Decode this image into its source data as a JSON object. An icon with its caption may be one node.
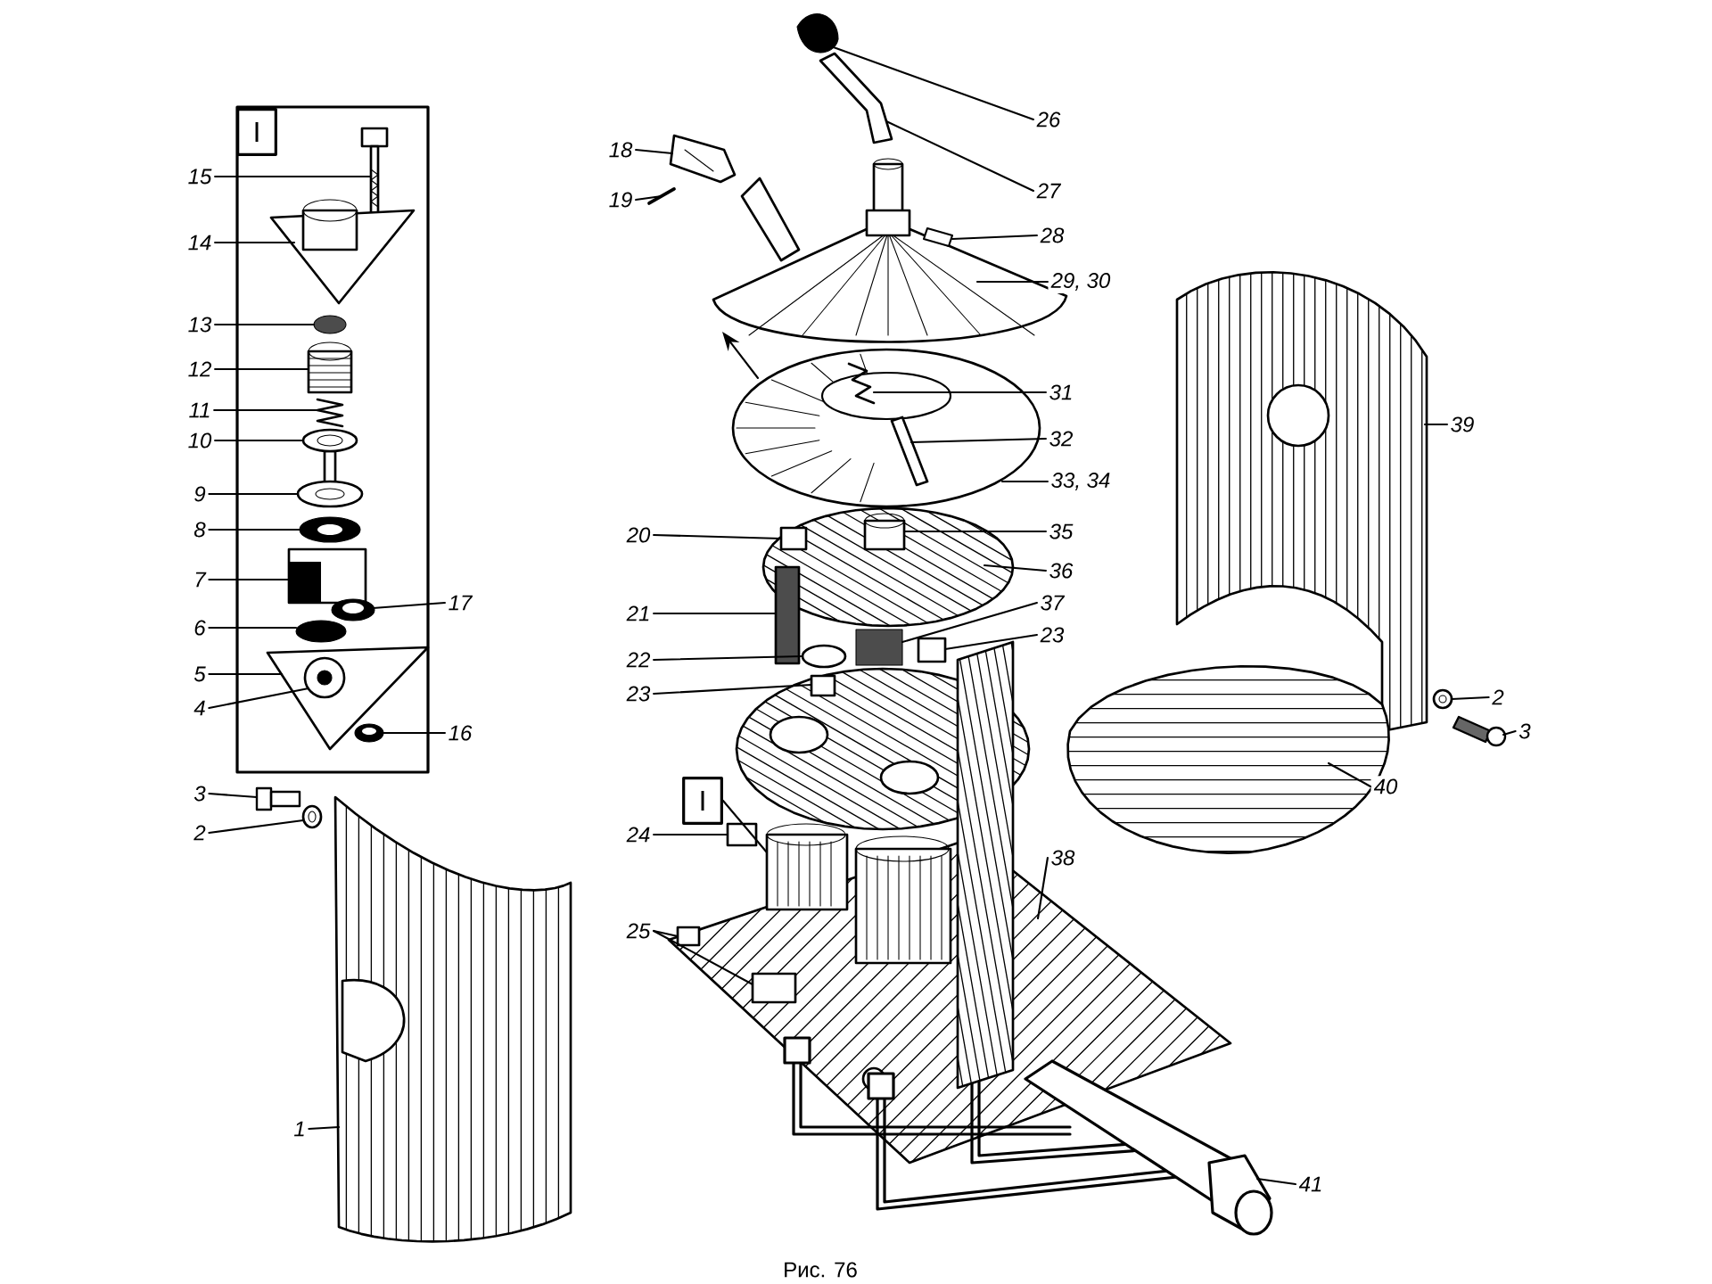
{
  "diagram": {
    "caption": "Рис. 76",
    "nodes": [
      {
        "text": [
          "I"
        ]
      },
      {
        "text": [
          "26"
        ]
      },
      {
        "text": [
          "18"
        ]
      },
      {
        "text": [
          "15"
        ]
      },
      {
        "text": [
          "27"
        ]
      },
      {
        "text": [
          "19"
        ]
      },
      {
        "text": [
          "28"
        ]
      },
      {
        "text": [
          "14"
        ]
      },
      {
        "text": [
          "29, 30"
        ]
      },
      {
        "text": [
          "39"
        ]
      },
      {
        "text": [
          "13"
        ]
      },
      {
        "text": [
          "12"
        ]
      },
      {
        "text": [
          "31"
        ]
      },
      {
        "text": [
          "11"
        ]
      },
      {
        "text": [
          "32"
        ]
      },
      {
        "text": [
          "10"
        ]
      },
      {
        "text": [
          "33, 34"
        ]
      },
      {
        "text": [
          "9"
        ]
      },
      {
        "text": [
          "8"
        ]
      },
      {
        "text": [
          "20"
        ]
      },
      {
        "text": [
          "35"
        ]
      },
      {
        "text": [
          "36"
        ]
      },
      {
        "text": [
          "7"
        ]
      },
      {
        "text": [
          "17"
        ]
      },
      {
        "text": [
          "37"
        ]
      },
      {
        "text": [
          "21"
        ]
      },
      {
        "text": [
          "6"
        ]
      },
      {
        "text": [
          "23"
        ]
      },
      {
        "text": [
          "22"
        ]
      },
      {
        "text": [
          "5"
        ]
      },
      {
        "text": [
          "23"
        ]
      },
      {
        "text": [
          "2"
        ]
      },
      {
        "text": [
          "4"
        ]
      },
      {
        "text": [
          "3"
        ]
      },
      {
        "text": [
          "16"
        ]
      },
      {
        "text": [
          "40"
        ]
      },
      {
        "text": [
          "3"
        ]
      },
      {
        "text": [
          "I"
        ]
      },
      {
        "text": [
          "2"
        ]
      },
      {
        "text": [
          "24"
        ]
      },
      {
        "text": [
          "38"
        ]
      },
      {
        "text": [
          "25"
        ]
      },
      {
        "text": [
          "1"
        ]
      },
      {
        "text": [
          "41"
        ]
      },
      {
        "text": [],
        "shape": "picture"
      },
      {
        "text": [],
        "shape": "picture"
      },
      {
        "text": [],
        "shape": "picture"
      },
      {
        "text": [],
        "shape": "picture"
      },
      {
        "text": [],
        "shape": "picture"
      },
      {
        "text": [],
        "shape": "picture",
        "in": 0
      },
      {
        "text": [],
        "shape": "picture",
        "in": 0
      },
      {
        "text": [],
        "shape": "circle",
        "in": 0
      },
      {
        "text": [],
        "shape": "picture",
        "in": 0
      },
      {
        "text": [],
        "shape": "picture",
        "in": 0
      },
      {
        "text": [],
        "shape": "picture",
        "in": 0
      },
      {
        "text": [],
        "shape": "picture",
        "in": 0
      },
      {
        "text": [],
        "shape": "picture",
        "in": 0
      },
      {
        "text": [],
        "shape": "picture",
        "in": 0
      },
      {
        "text": [],
        "shape": "picture",
        "in": 0
      },
      {
        "text": [],
        "shape": "circle",
        "in": 0
      },
      {
        "text": [],
        "shape": "picture",
        "in": 0
      },
      {
        "text": [],
        "shape": "picture",
        "in": 60
      },
      {
        "text": [],
        "shape": "picture",
        "in": 0
      },
      {
        "text": [],
        "shape": "picture"
      },
      {
        "text": [],
        "shape": "picture"
      },
      {
        "text": [],
        "shape": "picture"
      },
      {
        "text": [],
        "shape": "picture"
      },
      {
        "text": [],
        "shape": "picture",
        "in": 69
      },
      {
        "text": [],
        "shape": "picture",
        "in": 69
      },
      {
        "text": [],
        "shape": "picture"
      },
      {
        "text": [],
        "shape": "picture",
        "in": 71
      },
      {
        "text": [],
        "shape": "picture"
      },
      {
        "text": [],
        "shape": "box"
      },
      {
        "text": [],
        "shape": "box",
        "in": 71
      },
      {
        "text": [],
        "shape": "bar"
      },
      {
        "text": [],
        "shape": "circle"
      },
      {
        "text": [],
        "shape": "box"
      },
      {
        "text": [],
        "shape": "box"
      },
      {
        "text": [],
        "shape": "picture"
      },
      {
        "text": [],
        "shape": "box"
      },
      {
        "text": [],
        "shape": "box",
        "in": 82
      },
      {
        "text": [],
        "shape": "box",
        "in": 82
      },
      {
        "text": [],
        "shape": "picture"
      },
      {
        "text": [],
        "shape": "picture"
      },
      {
        "text": [],
        "shape": "picture"
      },
      {
        "text": [],
        "shape": "picture"
      },
      {
        "text": [],
        "shape": "picture"
      },
      {
        "text": [],
        "shape": "picture"
      }
    ],
    "edges": [
      {
        "from": 1,
        "to": 44,
        "arrow": "none"
      },
      {
        "from": 2,
        "to": 46,
        "arrow": "none"
      },
      {
        "from": 3,
        "to": 49,
        "arrow": "none"
      },
      {
        "from": 4,
        "to": 45,
        "arrow": "none"
      },
      {
        "from": 5,
        "to": 47,
        "arrow": "none"
      },
      {
        "from": 6,
        "to": 48,
        "arrow": "none"
      },
      {
        "from": 7,
        "to": 50,
        "arrow": "none"
      },
      {
        "from": 8,
        "to": 66,
        "arrow": "none"
      },
      {
        "from": 9,
        "to": 83,
        "arrow": "none"
      },
      {
        "from": 10,
        "to": 51,
        "arrow": "none"
      },
      {
        "from": 11,
        "to": 52,
        "arrow": "none"
      },
      {
        "from": 12,
        "to": 67,
        "arrow": "none"
      },
      {
        "from": 13,
        "to": 53,
        "arrow": "none"
      },
      {
        "from": 14,
        "to": 68,
        "arrow": "none"
      },
      {
        "from": 15,
        "to": 54,
        "arrow": "none"
      },
      {
        "from": 16,
        "to": 69,
        "arrow": "none"
      },
      {
        "from": 17,
        "to": 55,
        "arrow": "none"
      },
      {
        "from": 18,
        "to": 56,
        "arrow": "none"
      },
      {
        "from": 19,
        "to": 73,
        "arrow": "none"
      },
      {
        "from": 20,
        "to": 70,
        "arrow": "none"
      },
      {
        "from": 21,
        "to": 71,
        "arrow": "none"
      },
      {
        "from": 22,
        "to": 57,
        "arrow": "none"
      },
      {
        "from": 23,
        "to": 58,
        "arrow": "none"
      },
      {
        "from": 24,
        "to": 72,
        "arrow": "none"
      },
      {
        "from": 25,
        "to": 74,
        "arrow": "none"
      },
      {
        "from": 26,
        "to": 59,
        "arrow": "none"
      },
      {
        "from": 27,
        "to": 77,
        "arrow": "none"
      },
      {
        "from": 28,
        "to": 75,
        "arrow": "none"
      },
      {
        "from": 29,
        "to": 60,
        "arrow": "none"
      },
      {
        "from": 30,
        "to": 76,
        "arrow": "none"
      },
      {
        "from": 31,
        "to": 84,
        "arrow": "none"
      },
      {
        "from": 32,
        "to": 61,
        "arrow": "none"
      },
      {
        "from": 33,
        "to": 85,
        "arrow": "none"
      },
      {
        "from": 34,
        "to": 62,
        "arrow": "none"
      },
      {
        "from": 35,
        "to": 86,
        "arrow": "none"
      },
      {
        "from": 36,
        "to": 63,
        "arrow": "none"
      },
      {
        "from": 37,
        "to": 78,
        "arrow": "none"
      },
      {
        "from": 38,
        "to": 64,
        "arrow": "none"
      },
      {
        "from": 39,
        "to": 79,
        "arrow": "none"
      },
      {
        "from": 40,
        "to": 82,
        "arrow": "none"
      },
      {
        "from": 41,
        "to": 80,
        "arrow": "none"
      },
      {
        "from": 41,
        "to": 81,
        "arrow": "none"
      },
      {
        "from": 42,
        "to": 65,
        "arrow": "none"
      },
      {
        "from": 43,
        "to": 87,
        "arrow": "none"
      }
    ]
  }
}
